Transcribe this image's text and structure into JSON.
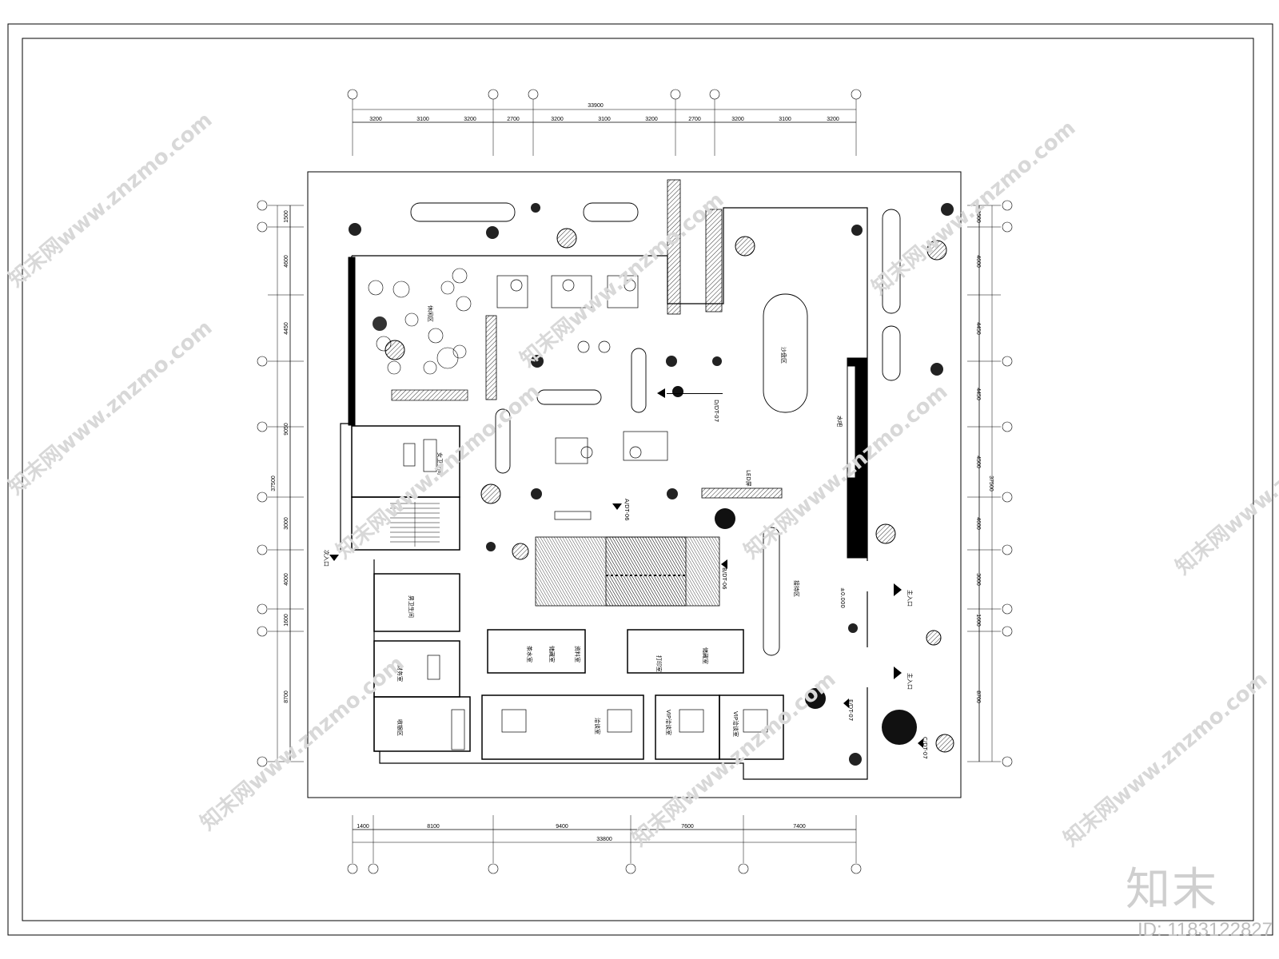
{
  "drawing": {
    "top_dims": [
      "3200",
      "3100",
      "3200",
      "2700",
      "3200",
      "3100",
      "3200",
      "2700",
      "3200",
      "3100",
      "3200"
    ],
    "top_total": "33900",
    "bottom_dims": [
      "1400",
      "8100",
      "9400",
      "7600",
      "7400"
    ],
    "bottom_total": "33800",
    "left_dims": [
      "1500",
      "4600",
      "4450",
      "9050",
      "3000",
      "4000",
      "1600",
      "8700"
    ],
    "left_total": "37500",
    "right_dims": [
      "1500",
      "4600",
      "4450",
      "4450",
      "4500",
      "4600",
      "3000",
      "1600",
      "8700"
    ],
    "right_total": "37500",
    "level": "±0.000",
    "led_label": "LED屏",
    "section_tags": [
      "D/DT-07",
      "A/DT-06",
      "B/DT-06",
      "E/DT-07",
      "C/DT-07"
    ],
    "entrances": [
      "主入口",
      "主入口",
      "次入口"
    ],
    "rooms": [
      "女卫生间",
      "男卫生间",
      "茶水室",
      "储藏室",
      "资料室",
      "打印室",
      "储藏室",
      "财务室",
      "收银区",
      "洽谈室",
      "VIP洽谈室",
      "VIP洽谈室",
      "接待区",
      "沙盘区",
      "休闲区",
      "水吧"
    ]
  },
  "watermark": {
    "text": "知末网www.znzmo.com",
    "brand": "知末",
    "id": "ID: 1183122827"
  }
}
